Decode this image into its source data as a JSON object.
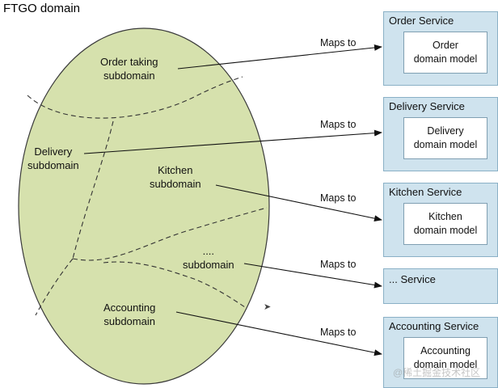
{
  "title": "FTGO domain",
  "subdomains": {
    "order_taking": [
      "Order taking",
      "subdomain"
    ],
    "delivery": [
      "Delivery",
      "subdomain"
    ],
    "kitchen": [
      "Kitchen",
      "subdomain"
    ],
    "other": [
      "....",
      "subdomain"
    ],
    "accounting": [
      "Accounting",
      "subdomain"
    ]
  },
  "maps_to_label": "Maps to",
  "services": {
    "order": {
      "title": "Order Service",
      "model": [
        "Order",
        "domain model"
      ]
    },
    "delivery": {
      "title": "Delivery Service",
      "model": [
        "Delivery",
        "domain model"
      ]
    },
    "kitchen": {
      "title": "Kitchen Service",
      "model": [
        "Kitchen",
        "domain model"
      ]
    },
    "other": {
      "title": "... Service"
    },
    "accounting": {
      "title": "Accounting Service",
      "model": [
        "Accounting",
        "domain model"
      ]
    }
  },
  "watermark": "@稀土掘金技术社区",
  "colors": {
    "ellipse_fill": "#d6e1ad",
    "ellipse_stroke": "#3a3a3a",
    "service_fill": "#cfe3ee",
    "service_border": "#8ab0c6"
  }
}
